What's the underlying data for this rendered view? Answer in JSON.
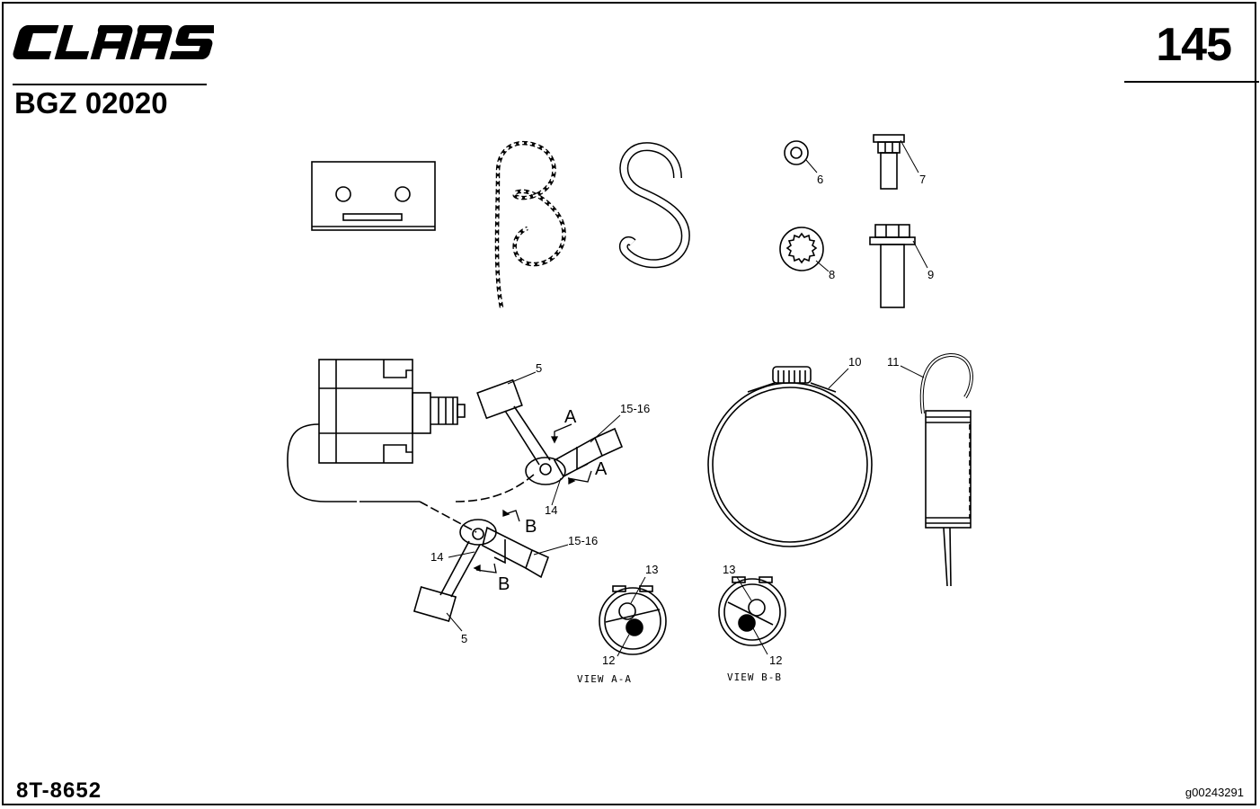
{
  "header": {
    "brand_logo": "CLAAS",
    "page_number": "145",
    "document_code": "BGZ 02020"
  },
  "footer": {
    "part_number": "8T-8652",
    "image_reference": "g00243291"
  },
  "diagram": {
    "callouts": {
      "c5a": "5",
      "c5b": "5",
      "c6": "6",
      "c7": "7",
      "c8": "8",
      "c9": "9",
      "c10": "10",
      "c11": "11",
      "c12a": "12",
      "c12b": "12",
      "c13a": "13",
      "c13b": "13",
      "c14a": "14",
      "c14b": "14",
      "c1516a": "15-16",
      "c1516b": "15-16"
    },
    "section_markers": {
      "a1": "A",
      "a2": "A",
      "b1": "B",
      "b2": "B"
    },
    "views": {
      "view_aa": "VIEW A-A",
      "view_bb": "VIEW B-B"
    }
  }
}
